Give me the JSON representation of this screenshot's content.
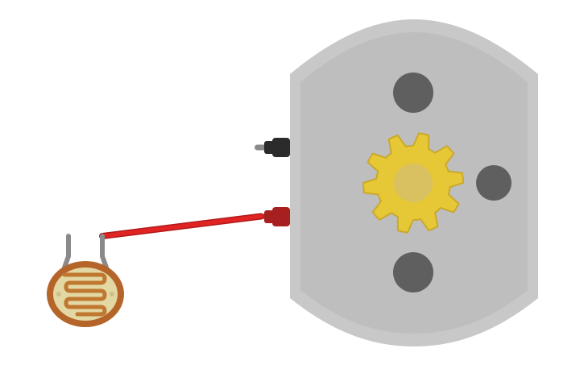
{
  "scene": {
    "background": "#ffffff",
    "components": {
      "dc_motor": {
        "type": "dc-motor",
        "housing_outer_color": "#c8c8c8",
        "housing_inner_color": "#bebebe",
        "mount_hole_color": "#5f5f5f",
        "gear_color": "#e6c837",
        "gear_stroke_color": "#c9a92a",
        "shaft_color": "#d6bf6a"
      },
      "photoresistor": {
        "type": "light-dependent-resistor",
        "body_color": "#e3d7a3",
        "rim_color": "#b5652a",
        "track_color": "#c0772f",
        "lead_color": "#8a8a8a"
      },
      "terminals": [
        {
          "name": "negative",
          "color": "#2b2b2b",
          "pin_color": "#8a8a8a"
        },
        {
          "name": "positive",
          "color": "#a81f1f",
          "pin_color": "#8a8a8a"
        }
      ],
      "wires": [
        {
          "name": "wire-red",
          "color": "#e02424",
          "edge_color": "#b31919"
        }
      ]
    }
  }
}
